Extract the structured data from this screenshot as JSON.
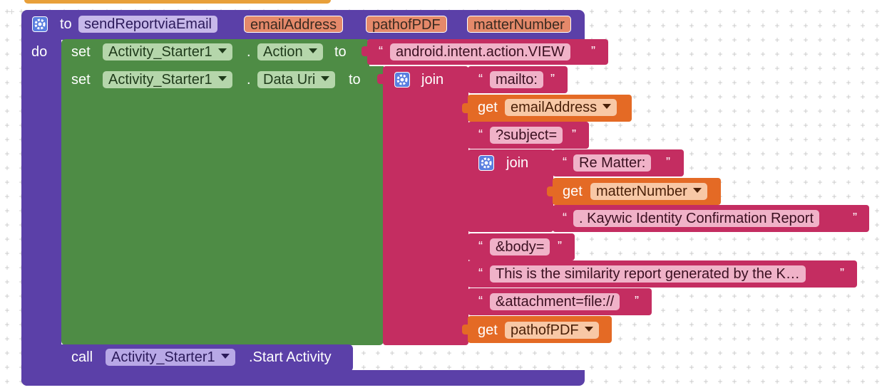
{
  "colors": {
    "procedure": "#5b40a8",
    "procedure_slot": "#c7b8ea",
    "param_bg": "#e5896a",
    "param_text": "#3a2a20",
    "set_green": "#4e8c45",
    "set_slot": "#b5d6ab",
    "join_bg": "#c42d61",
    "text_bg": "#c42d61",
    "text_slot": "#f0b2c8",
    "get_orange": "#e46a25",
    "get_slot": "#f8c8a6",
    "call_slot": "#b8a8e6"
  },
  "procedure": {
    "keyword_to": "to",
    "name": "sendReportviaEmail",
    "params": [
      "emailAddress",
      "pathofPDF",
      "matterNumber"
    ],
    "keyword_do": "do"
  },
  "set1": {
    "keyword": "set",
    "component": "Activity_Starter1",
    "dot": ".",
    "property": "Action",
    "keyword_to": "to",
    "value": "android.intent.action.VIEW"
  },
  "set2": {
    "keyword": "set",
    "component": "Activity_Starter1",
    "dot": ".",
    "property": "Data Uri",
    "keyword_to": "to"
  },
  "join_outer": {
    "keyword": "join",
    "items": {
      "mailto": "mailto:",
      "get_email_kw": "get",
      "get_email": "emailAddress",
      "subject": "?subject=",
      "body": "&body=",
      "body_text": "This is the similarity report generated by the K…",
      "attachment": "&attachment=file://",
      "get_pdf_kw": "get",
      "get_pdf": "pathofPDF"
    }
  },
  "join_inner": {
    "keyword": "join",
    "re_matter": "Re Matter:",
    "get_matter_kw": "get",
    "get_matter": "matterNumber",
    "report": ".  Kaywic Identity Confirmation Report"
  },
  "call": {
    "keyword": "call",
    "component": "Activity_Starter1",
    "method": ".Start Activity"
  },
  "quote_open": "“",
  "quote_close": "”"
}
